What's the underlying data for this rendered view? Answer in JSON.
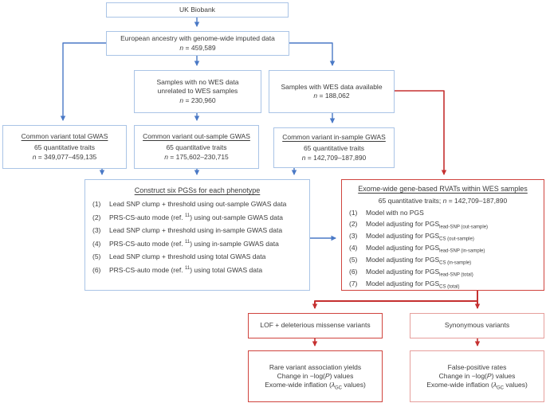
{
  "tokens": {
    "n": "n",
    "p": "P",
    "lambda": "λ",
    "lambda_sub": "GC"
  },
  "colors": {
    "blue_border": "#aac4e6",
    "blue_arrow": "#4a79c6",
    "red_border": "#d0443e",
    "red_border_light": "#e69f9c",
    "red_arrow": "#c53030",
    "text": "#3c3c3c"
  },
  "boxes": {
    "uk_biobank": {
      "title": "UK Biobank"
    },
    "european": {
      "line1": "European ancestry with genome-wide imputed data",
      "n_value": " = 459,589"
    },
    "no_wes": {
      "line1": "Samples with no WES data",
      "line2": "unrelated to WES samples",
      "n_value": " = 230,960"
    },
    "wes_avail": {
      "line1": "Samples with WES data available",
      "n_value": " = 188,062"
    },
    "gwas_total": {
      "title": "Common variant total GWAS",
      "line1": "65 quantitative traits",
      "n_value": " = 349,077–459,135"
    },
    "gwas_out": {
      "title": "Common variant out-sample GWAS",
      "line1": "65 quantitative traits",
      "n_value": " = 175,602–230,715"
    },
    "gwas_in": {
      "title": "Common variant in-sample GWAS",
      "line1": "65 quantitative traits",
      "n_value": " = 142,709–187,890"
    },
    "pgs": {
      "title": "Construct six PGSs for each phenotype",
      "items": [
        {
          "num": "(1)",
          "pre": "Lead SNP clump + threshold using out-sample GWAS data",
          "sup": "",
          "post": ""
        },
        {
          "num": "(2)",
          "pre": "PRS-CS-auto mode (ref. ",
          "sup": "11",
          "post": ") using out-sample GWAS data"
        },
        {
          "num": "(3)",
          "pre": "Lead SNP clump + threshold using in-sample GWAS data",
          "sup": "",
          "post": ""
        },
        {
          "num": "(4)",
          "pre": "PRS-CS-auto mode (ref. ",
          "sup": "11",
          "post": ") using in-sample GWAS data"
        },
        {
          "num": "(5)",
          "pre": "Lead SNP clump + threshold using total GWAS data",
          "sup": "",
          "post": ""
        },
        {
          "num": "(6)",
          "pre": "PRS-CS-auto mode (ref. ",
          "sup": "11",
          "post": ") using total GWAS data"
        }
      ]
    },
    "rvat": {
      "title": "Exome-wide gene-based RVATs within WES samples",
      "subtitle_pre": "65 quantitative traits; ",
      "subtitle_post": " = 142,709–187,890",
      "items": [
        {
          "num": "(1)",
          "pre": "Model with no PGS",
          "sub": ""
        },
        {
          "num": "(2)",
          "pre": "Model adjusting for PGS",
          "sub": "lead-SNP (out-sample)"
        },
        {
          "num": "(3)",
          "pre": "Model adjusting for PGS",
          "sub": "CS (out-sample)"
        },
        {
          "num": "(4)",
          "pre": "Model adjusting for PGS",
          "sub": "lead-SNP (in-sample)"
        },
        {
          "num": "(5)",
          "pre": "Model adjusting for PGS",
          "sub": "CS (in-sample)"
        },
        {
          "num": "(6)",
          "pre": "Model adjusting for PGS",
          "sub": "lead-SNP (total)"
        },
        {
          "num": "(7)",
          "pre": "Model adjusting for PGS",
          "sub": "CS (total)"
        }
      ]
    },
    "lof": {
      "title": "LOF + deleterious missense variants"
    },
    "syn": {
      "title": "Synonymous variants"
    },
    "rare": {
      "line1": "Rare variant association yields",
      "log_pre": "Change in −log(",
      "log_post": ") values",
      "inf_pre": "Exome-wide inflation (",
      "inf_post": " values)"
    },
    "fp": {
      "line1": "False-positive rates",
      "log_pre": "Change in −log(",
      "log_post": ") values",
      "inf_pre": "Exome-wide inflation (",
      "inf_post": " values)"
    }
  }
}
